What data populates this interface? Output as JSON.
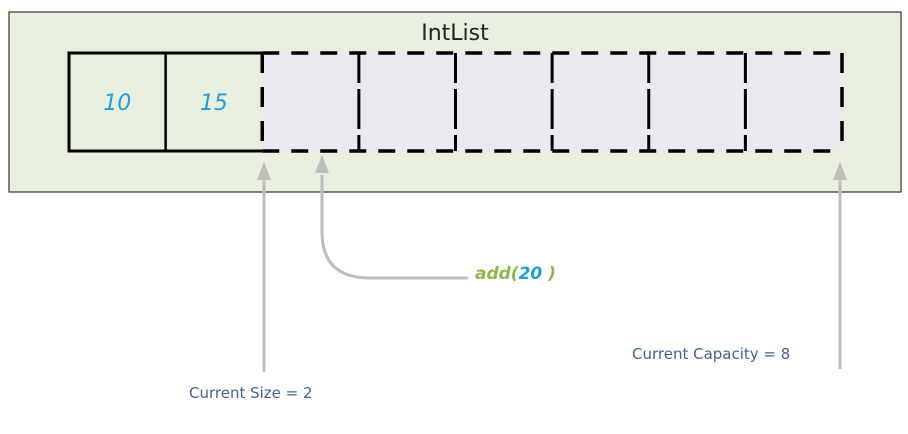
{
  "diagram": {
    "title": "IntList",
    "capacity": 8,
    "size": 2,
    "values": [
      "10",
      "15"
    ],
    "operation": {
      "method": "add(",
      "argument": "20",
      "close": " )"
    },
    "labels": {
      "size": "Current Size = 2",
      "capacity": "Current Capacity = 8"
    },
    "colors": {
      "container_fill": "#e9efdf",
      "empty_cell_fill": "#ebe8f0",
      "value_text": "#1e9ee0",
      "method_text": "#8cb84a",
      "label_text": "#44648f",
      "arrow": "#bdbdbd"
    }
  }
}
